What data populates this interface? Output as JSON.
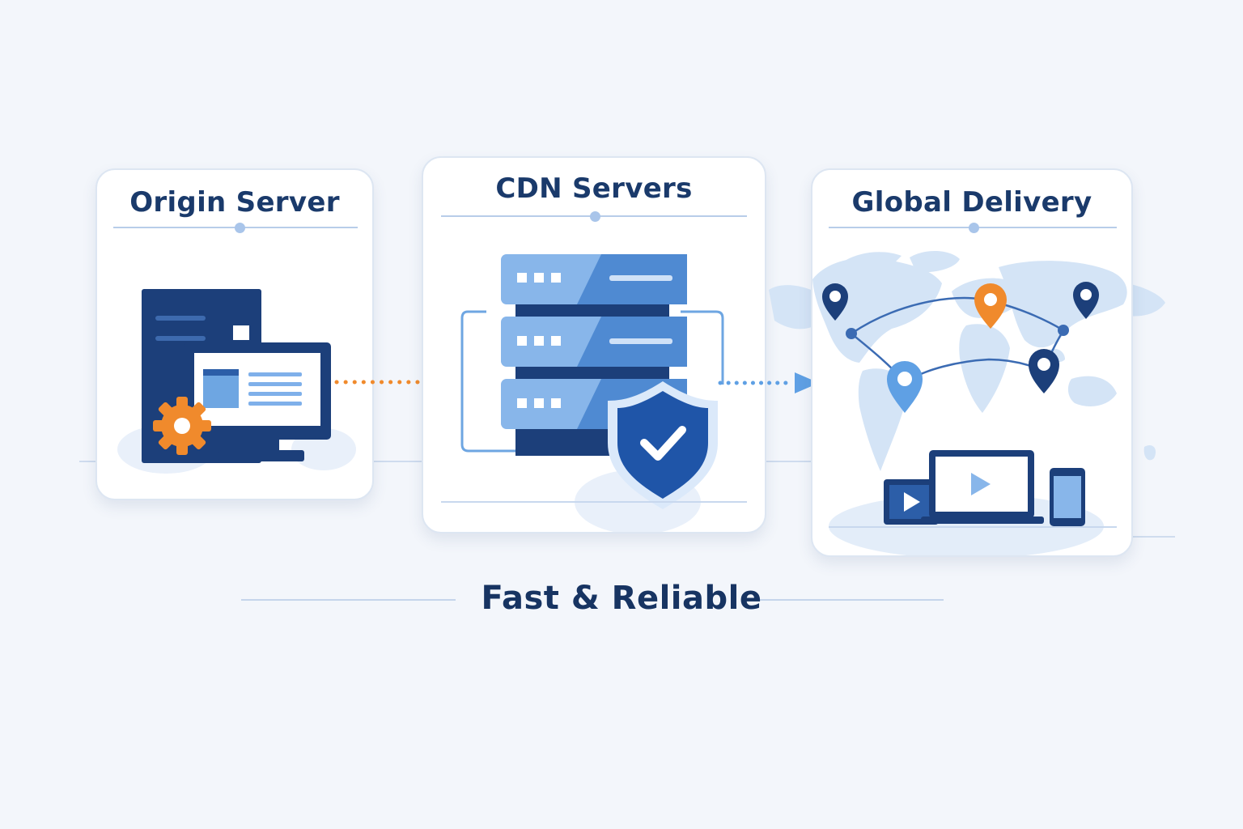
{
  "cards": {
    "origin": {
      "title": "Origin Server"
    },
    "cdn": {
      "title": "CDN Servers"
    },
    "global": {
      "title": "Global Delivery"
    }
  },
  "tagline": "Fast & Reliable",
  "colors": {
    "navy": "#1a3a6b",
    "blue": "#2c5ea8",
    "light_blue": "#7fb0ea",
    "orange": "#f08a2c",
    "map": "#d4e4f6"
  }
}
